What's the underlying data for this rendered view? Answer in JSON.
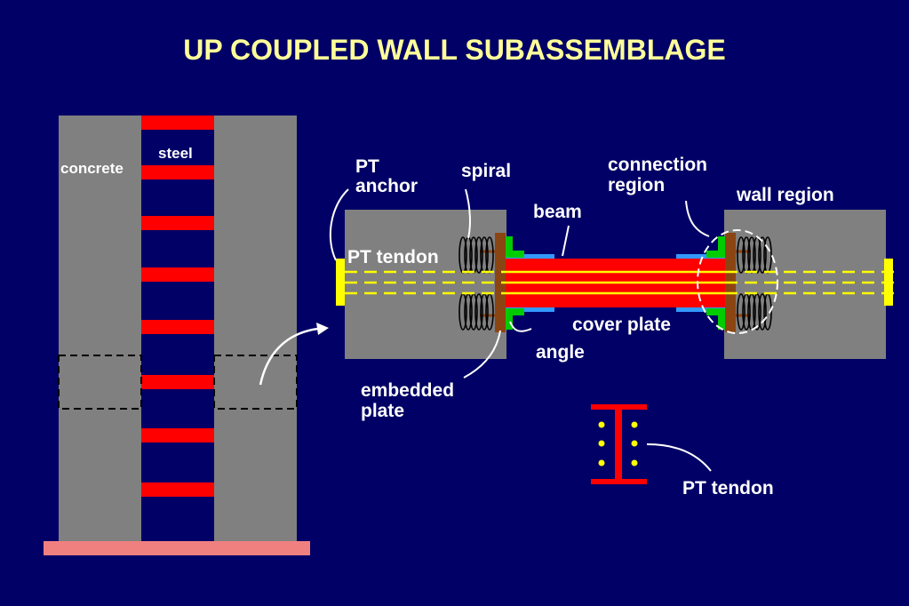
{
  "title": "UP COUPLED WALL SUBASSEMBLAGE",
  "colors": {
    "background": "#000066",
    "title": "#ffff99",
    "concrete": "#808080",
    "steel": "#ff0000",
    "foundation": "#f08080",
    "tendon": "#ffff00",
    "embedded_plate": "#8b4513",
    "angle": "#00cc00",
    "cover_plate": "#3399ff",
    "spiral": "#000000"
  },
  "labels": {
    "concrete": "concrete",
    "steel": "steel",
    "pt_anchor": [
      "PT",
      "anchor"
    ],
    "spiral": "spiral",
    "beam": "beam",
    "connection_region": [
      "connection",
      "region"
    ],
    "wall_region": "wall region",
    "pt_tendon": "PT tendon",
    "cover_plate": "cover plate",
    "angle": "angle",
    "embedded_plate": [
      "embedded",
      "plate"
    ],
    "pt_tendon_section": "PT tendon"
  }
}
